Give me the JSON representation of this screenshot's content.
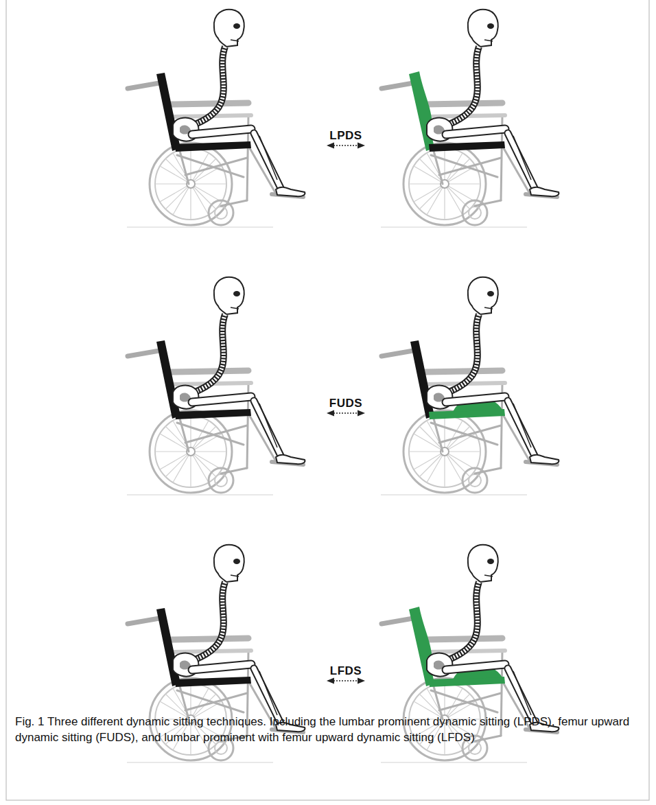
{
  "diagram": {
    "caption": "Fig. 1 Three different dynamic sitting techniques. Including the lumbar prominent dynamic sitting (LPDS), femur upward dynamic sitting (FUDS), and lumbar prominent with femur upward dynamic sitting (LFDS)",
    "labels": [
      "LPDS",
      "FUDS",
      "LFDS"
    ]
  }
}
